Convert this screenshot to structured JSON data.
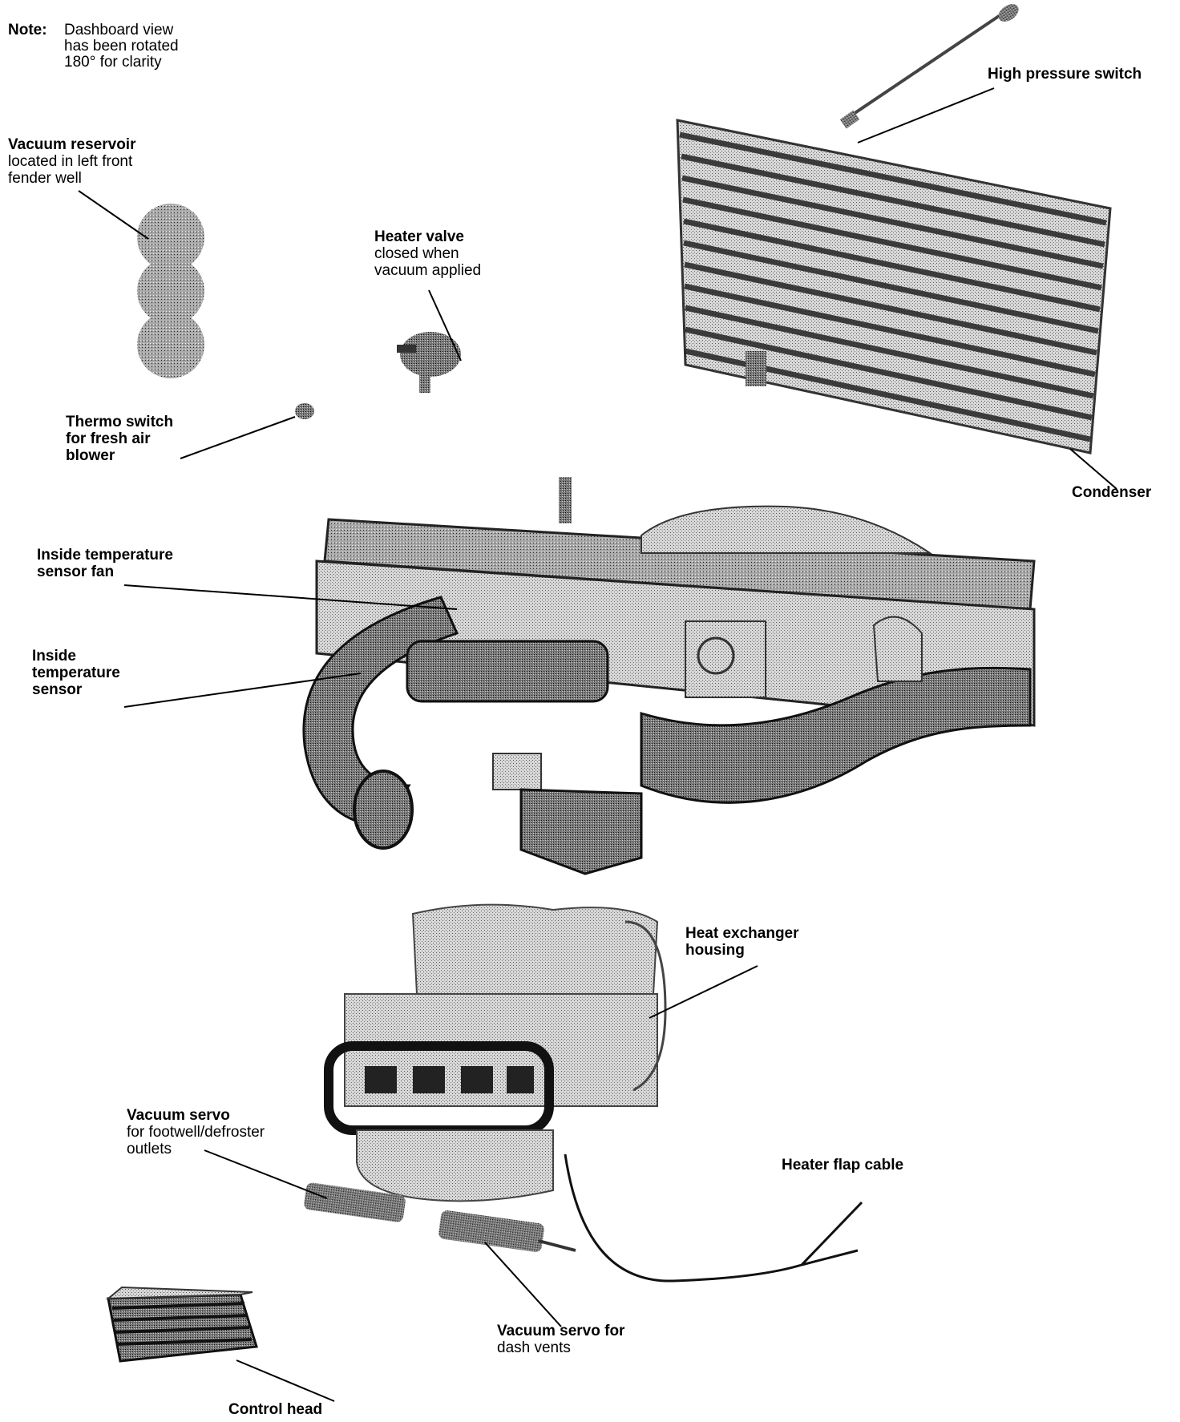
{
  "note": {
    "label": "Note:",
    "lines": [
      "Dashboard view",
      "has been rotated",
      "180° for clarity"
    ]
  },
  "labels": {
    "high_pressure_switch": {
      "title": "High pressure switch"
    },
    "vacuum_reservoir": {
      "title": "Vacuum reservoir",
      "desc": [
        "located in left front",
        "fender well"
      ]
    },
    "heater_valve": {
      "title": "Heater valve",
      "desc": [
        "closed when",
        "vacuum applied"
      ]
    },
    "thermo_switch": {
      "title": [
        "Thermo switch",
        "for fresh air",
        "blower"
      ]
    },
    "condenser": {
      "title": "Condenser"
    },
    "inside_temp_sensor_fan": {
      "title": [
        "Inside temperature",
        "sensor fan"
      ]
    },
    "inside_temp_sensor": {
      "title": [
        "Inside",
        "temperature",
        "sensor"
      ]
    },
    "heat_exchanger_housing": {
      "title": [
        "Heat exchanger",
        "housing"
      ]
    },
    "vacuum_servo_footwell": {
      "title": "Vacuum servo",
      "desc": [
        "for footwell/defroster",
        "outlets"
      ]
    },
    "heater_flap_cable": {
      "title": "Heater flap cable"
    },
    "vacuum_servo_dash": {
      "title": "Vacuum servo for",
      "desc": [
        "dash vents"
      ]
    },
    "control_head": {
      "title": "Control head"
    }
  }
}
